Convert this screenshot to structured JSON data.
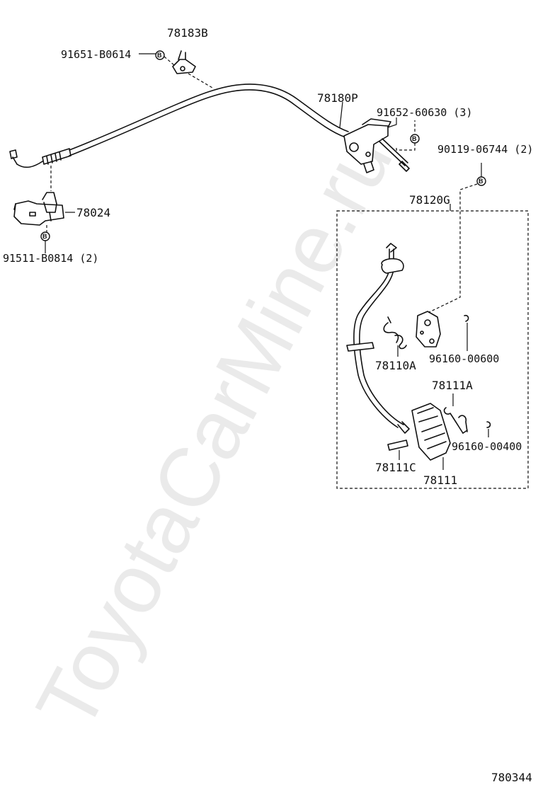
{
  "watermark": "ToyotaCarMine.ru",
  "diagram_code": "780344",
  "bolt_symbol": "B",
  "callouts": {
    "p78183B": "78183B",
    "p91651": "91651-B0614",
    "p78180P": "78180P",
    "p91652": "91652-60630 (3)",
    "p90119": "90119-06744 (2)",
    "p78120G": "78120G",
    "p78024": "78024",
    "p91511": "91511-B0814 (2)",
    "p78110A": "78110A",
    "p96160_600": "96160-00600",
    "p78111A": "78111A",
    "p96160_400": "96160-00400",
    "p78111C": "78111C",
    "p78111": "78111"
  }
}
